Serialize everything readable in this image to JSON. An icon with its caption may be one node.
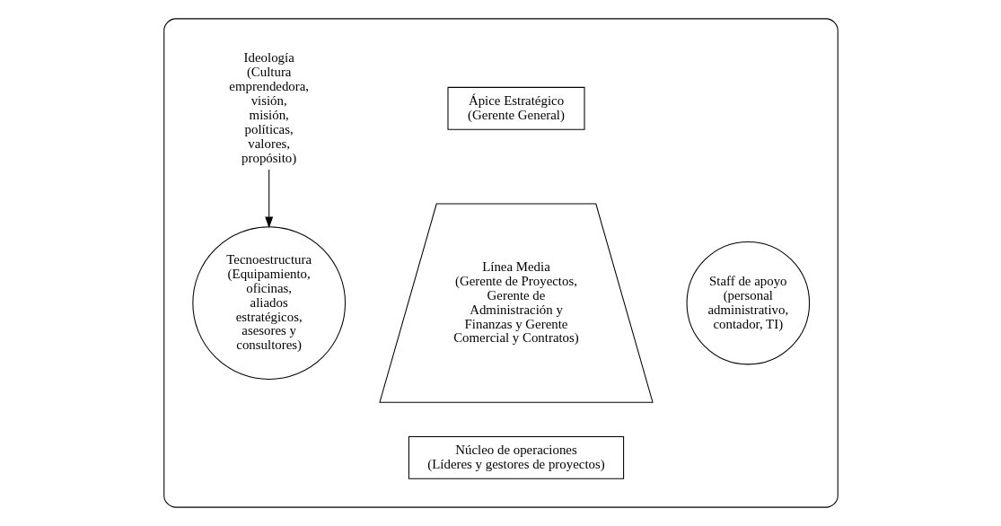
{
  "diagram": {
    "nodes": [
      {
        "text": [],
        "shape": "ellipse"
      },
      {
        "text": [
          "Ideología",
          "(Cultura emprendedora, visión, misión, políticas, valores, propósito)"
        ],
        "in": 0
      },
      {
        "text": [
          "Ápice Estratégico",
          "(Gerente General)"
        ],
        "in": 0
      },
      {
        "text": [
          "Línea Media",
          "(Gerente de Proyectos, Gerente de Administración y Finanzas y Gerente Comercial y Contratos)"
        ],
        "in": 0
      },
      {
        "text": [
          "Tecnoestructura",
          "(Equipamiento, oficinas, aliados estratégicos, asesores y consultores)"
        ],
        "in": 0
      },
      {
        "text": [
          "Staff de apoyo",
          "(personal administrativo, contador, TI)"
        ],
        "in": 0
      },
      {
        "text": [
          "Núcleo de operaciones",
          "(Líderes y gestores de proyectos)"
        ],
        "in": 0
      }
    ],
    "edges": [
      {
        "from": 1,
        "to": 4,
        "arrow": "to"
      }
    ]
  }
}
